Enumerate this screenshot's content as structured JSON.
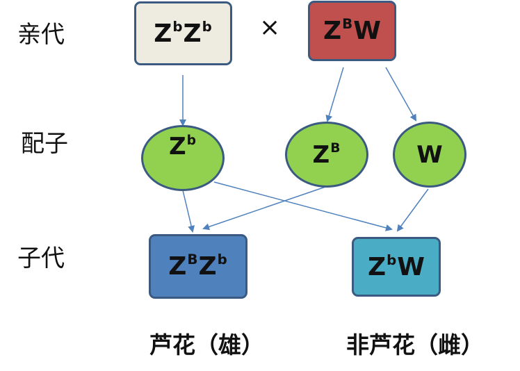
{
  "labels": {
    "parents": "亲代",
    "gametes": "配子",
    "offspring": "子代"
  },
  "cross_symbol": "×",
  "parents": {
    "left": {
      "base1": "Z",
      "sup1": "b",
      "base2": "Z",
      "sup2": "b",
      "fill": "#eeece1"
    },
    "right": {
      "base1": "Z",
      "sup1": "B",
      "base2": "W",
      "fill": "#c0504d"
    }
  },
  "gametes": {
    "g1": {
      "base": "Z",
      "sup": "b"
    },
    "g2": {
      "base": "Z",
      "sup": "B"
    },
    "g3": {
      "base": "W"
    },
    "fill": "#92d050"
  },
  "offspring": {
    "left": {
      "base1": "Z",
      "sup1": "B",
      "base2": "Z",
      "sup2": "b",
      "fill": "#4f81bd",
      "phenotype": "芦花（雄）"
    },
    "right": {
      "base1": "Z",
      "sup1": "b",
      "base2": "W",
      "fill": "#4bacc6",
      "phenotype": "非芦花（雌）"
    }
  },
  "colors": {
    "arrow": "#4f81bd",
    "border": "#3a5a82"
  }
}
